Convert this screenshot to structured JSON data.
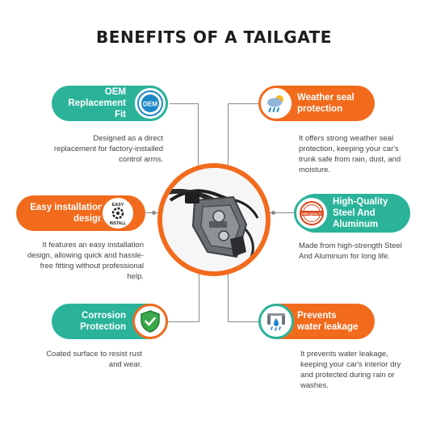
{
  "title": "BENEFITS OF A TAILGATE",
  "features": {
    "oem": {
      "line1": "OEM",
      "line2": "Replacement Fit",
      "badge_text": "OEM",
      "description": "Designed as a direct replacement for factory-installed control arms."
    },
    "weather": {
      "line1": "Weather seal",
      "line2": "protection",
      "description": "It offers strong weather seal protection, keeping your car's trunk safe from rain, dust, and moisture."
    },
    "install": {
      "line1": "Easy installation",
      "line2": "design",
      "badge_top": "EASY",
      "badge_bottom": "INSTALL",
      "description": "It features an easy installation design, allowing quick and hassle-free fitting without professional help."
    },
    "steel": {
      "line1": "High-Quality",
      "line2": "Steel And",
      "line3": "Aluminum",
      "badge_text": "HIGH QUALITY",
      "description": "Made from high-strength Steel And Aluminum for long life."
    },
    "corrosion": {
      "line1": "Corrosion",
      "line2": "Protection",
      "description": "Coated surface to resist rust and wear."
    },
    "water": {
      "line1": "Prevents",
      "line2": "water leakage",
      "description": "It prevents water leakage, keeping your car's interior dry and protected during rain or washes."
    }
  },
  "icons": {
    "oem": "oem-seal-icon",
    "weather": "weather-icon",
    "install": "easy-install-icon",
    "steel": "high-quality-stamp-icon",
    "corrosion": "shield-check-icon",
    "water": "water-drop-icon"
  },
  "colors": {
    "teal": "#2bb39a",
    "orange": "#f26b1d"
  }
}
